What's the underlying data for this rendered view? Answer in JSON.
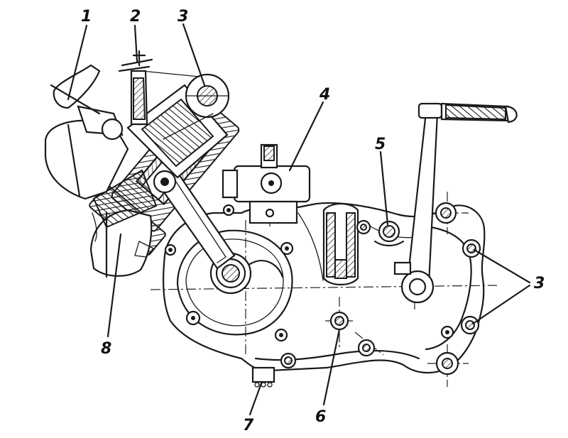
{
  "diagram": {
    "callouts": [
      {
        "label": "1"
      },
      {
        "label": "2"
      },
      {
        "label": "3"
      },
      {
        "label": "4"
      },
      {
        "label": "5"
      },
      {
        "label": "3"
      },
      {
        "label": "6"
      },
      {
        "label": "7"
      },
      {
        "label": "8"
      }
    ]
  }
}
